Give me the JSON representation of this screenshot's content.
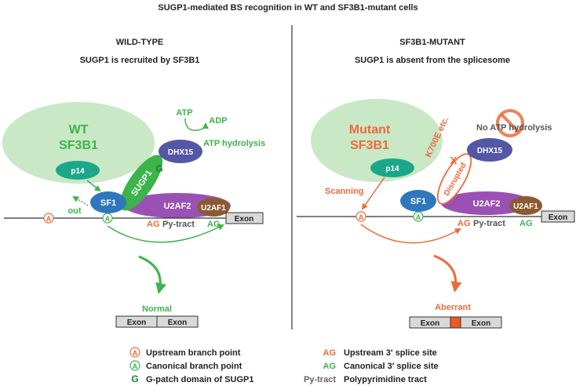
{
  "title": "SUGP1-mediated BS recognition in WT and SF3B1-mutant cells",
  "colors": {
    "sf3b1_fill": "#c9e8c6",
    "green_text": "#3cb44a",
    "dark_green": "#1d7a35",
    "orange": "#ef6a3a",
    "teal": "#1aa78a",
    "blue": "#2f76bd",
    "purple": "#9b51b4",
    "brown": "#8b5a33",
    "dhx15": "#5457a6",
    "exon_fill": "#d9d9d9",
    "aberrant": "#ef5a24"
  },
  "wt": {
    "heading": "WILD-TYPE",
    "subheading": "SUGP1 is recruited by SF3B1",
    "sf3b1_line1": "WT",
    "sf3b1_line2": "SF3B1",
    "p14": "p14",
    "sugp1": "SUGP1",
    "g": "G",
    "dhx15": "DHX15",
    "atp": "ATP",
    "adp": "ADP",
    "atp_hydrolysis": "ATP hydrolysis",
    "sf1": "SF1",
    "out": "out",
    "u2af2": "U2AF2",
    "u2af1": "U2AF1",
    "exon": "Exon",
    "branch_a": "A",
    "ag_upstream": "AG",
    "pytract": "Py-tract",
    "ag_canonical": "AG",
    "outcome": "Normal",
    "exon_left": "Exon",
    "exon_right": "Exon"
  },
  "mut": {
    "heading": "SF3B1-MUTANT",
    "subheading": "SUGP1 is absent from the splicesome",
    "sf3b1_line1": "Mutant",
    "sf3b1_line2": "SF3B1",
    "p14": "p14",
    "k700e": "K700E etc.",
    "x_mark": "X",
    "disrupted": "Disrupted",
    "dhx15": "DHX15",
    "no_atp": "No ATP hydrolysis",
    "scanning": "Scanning",
    "sf1": "SF1",
    "u2af2": "U2AF2",
    "u2af1": "U2AF1",
    "exon": "Exon",
    "branch_a": "A",
    "ag_upstream": "AG",
    "pytract": "Py-tract",
    "ag_canonical": "AG",
    "outcome": "Aberrant",
    "exon_left": "Exon",
    "exon_right": "Exon"
  },
  "legend": {
    "upstream_bp_symbol": "A",
    "upstream_bp": "Upstream branch point",
    "canonical_bp_symbol": "A",
    "canonical_bp": "Canonical branch point",
    "gpatch_symbol": "G",
    "gpatch": "G-patch domain of SUGP1",
    "upstream_ss_symbol": "AG",
    "upstream_ss": "Upstream 3′ splice site",
    "canonical_ss_symbol": "AG",
    "canonical_ss": "Canonical 3′ splice site",
    "pytract_symbol": "Py-tract",
    "pytract": "Polypyrimidine tract"
  }
}
